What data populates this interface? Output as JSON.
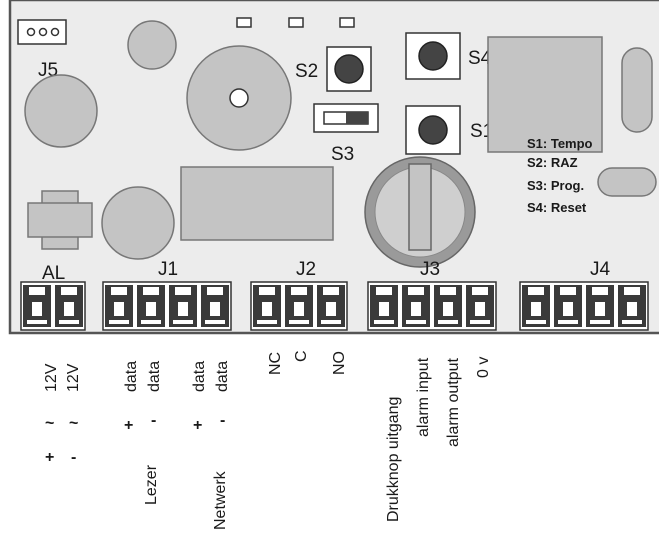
{
  "board": {
    "connector_labels": {
      "j5": "J5",
      "al": "AL",
      "j1": "J1",
      "j2": "J2",
      "j3": "J3",
      "j4": "J4"
    },
    "switch_labels": {
      "s1": "S1",
      "s2": "S2",
      "s3": "S3",
      "s4": "S4"
    },
    "legend": [
      "S1: Tempo",
      "S2: RAZ",
      "S3: Prog.",
      "S4: Reset"
    ]
  },
  "pins": {
    "al": [
      "12V",
      "12V"
    ],
    "al_sym1": [
      "~",
      "~"
    ],
    "al_sym2": [
      "+",
      "-"
    ],
    "j1": [
      "data",
      "data",
      "data",
      "data"
    ],
    "j1_sym": [
      "+",
      "-",
      "+",
      "-"
    ],
    "j1_groups": [
      "Lezer",
      "Netwerk"
    ],
    "j2": [
      "NC",
      "C",
      "NO"
    ],
    "j3": [
      "Drukknop uitgang",
      "alarm input",
      "alarm output",
      "0 v"
    ]
  }
}
